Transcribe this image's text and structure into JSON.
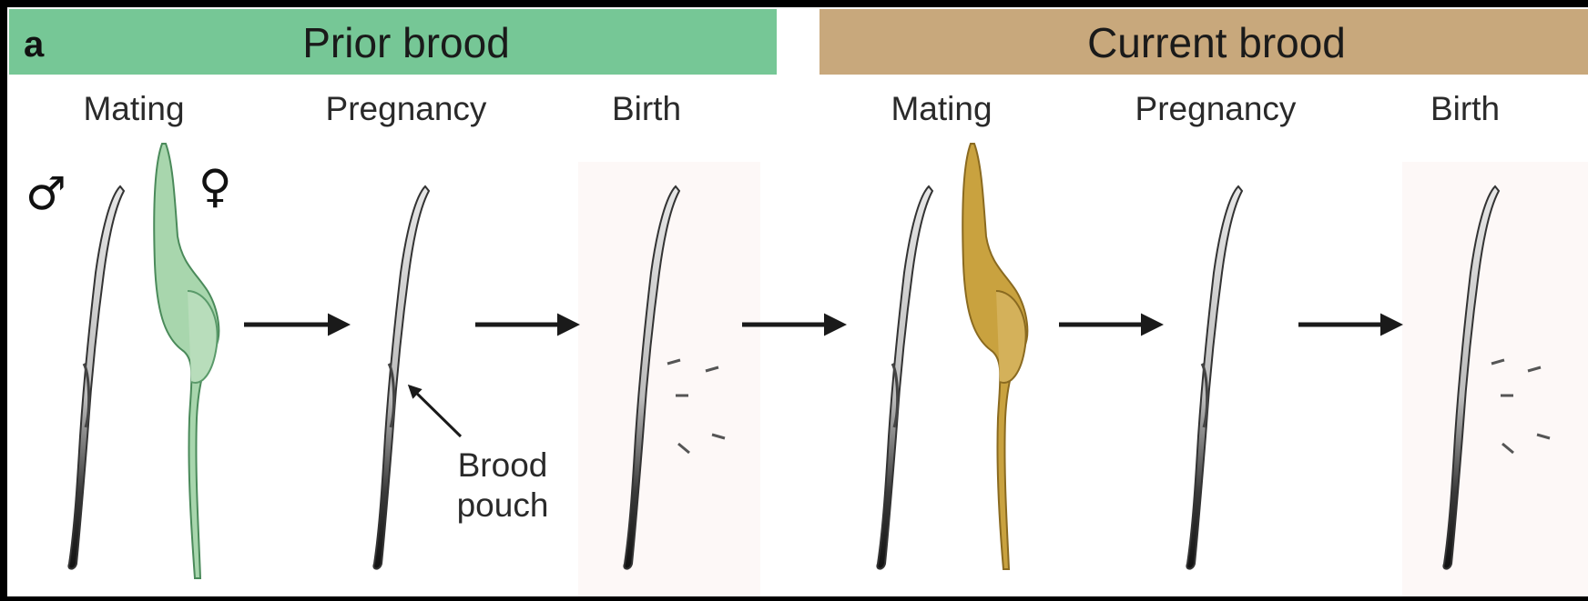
{
  "panel_label": "a",
  "banners": {
    "prior": {
      "label": "Prior brood",
      "color": "#76c796"
    },
    "current": {
      "label": "Current brood",
      "color": "#c8a87c"
    }
  },
  "stages": {
    "prior": [
      "Mating",
      "Pregnancy",
      "Birth"
    ],
    "current": [
      "Mating",
      "Pregnancy",
      "Birth"
    ]
  },
  "symbols": {
    "male": "♂",
    "female": "♀"
  },
  "annotation": {
    "line1": "Brood",
    "line2": "pouch"
  },
  "colors": {
    "female_prior": "#a8d6ad",
    "female_current": "#c9a23f",
    "male_fish": "#d9d9d9",
    "birth_bg": "#fdf9f8",
    "arrow": "#1a1a1a"
  }
}
